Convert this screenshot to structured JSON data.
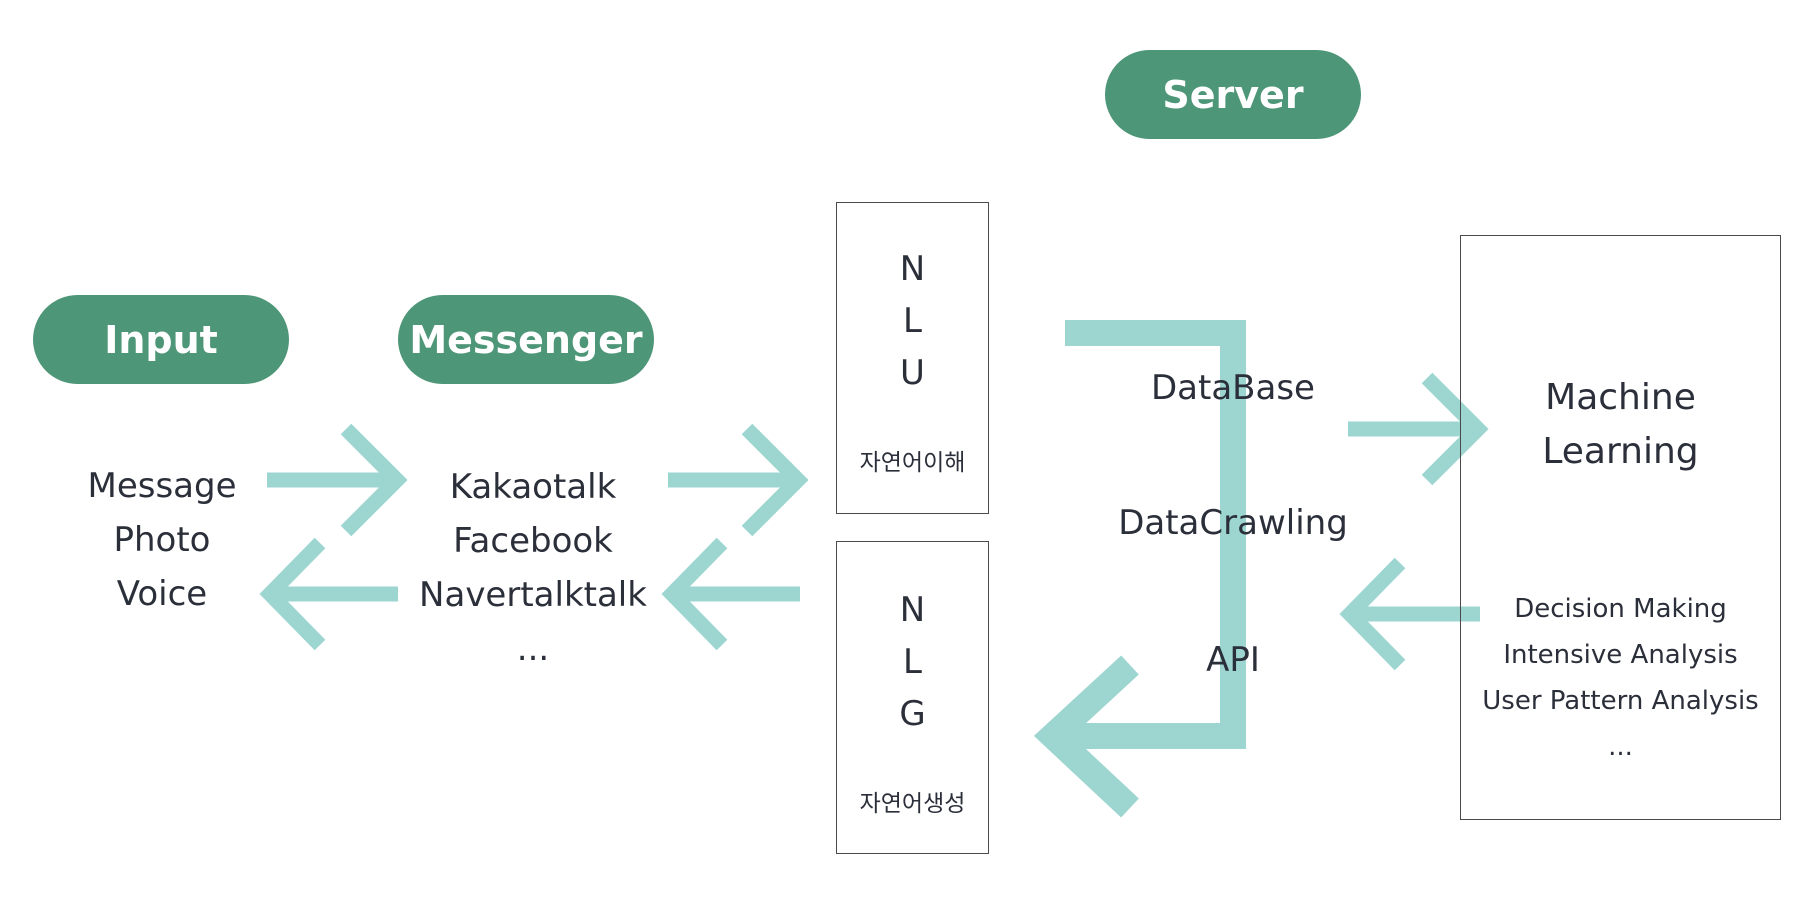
{
  "server_label": "Server",
  "input": {
    "label": "Input",
    "items": [
      "Message",
      "Photo",
      "Voice"
    ]
  },
  "messenger": {
    "label": "Messenger",
    "items": [
      "Kakaotalk",
      "Facebook",
      "Navertalktalk",
      "..."
    ]
  },
  "nlu": {
    "letters": [
      "N",
      "L",
      "U"
    ],
    "caption": "자연어이해"
  },
  "nlg": {
    "letters": [
      "N",
      "L",
      "G"
    ],
    "caption": "자연어생성"
  },
  "server_items": [
    "DataBase",
    "DataCrawling",
    "API"
  ],
  "ml": {
    "title": [
      "Machine",
      "Learning"
    ],
    "items": [
      "Decision Making",
      "Intensive Analysis",
      "User Pattern Analysis",
      "..."
    ]
  },
  "colors": {
    "pill": "#4e9678",
    "arrow": "#9dd6d1",
    "text": "#2b2f3a",
    "border": "#4a4a4a"
  }
}
